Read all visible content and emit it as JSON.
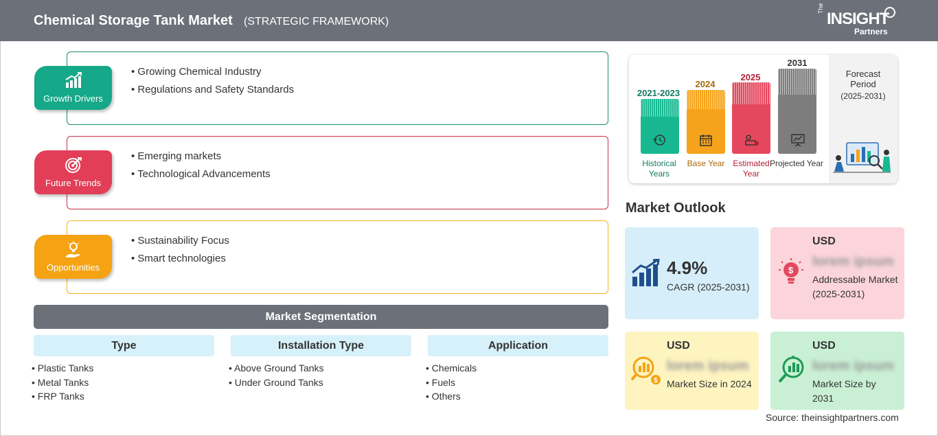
{
  "header": {
    "title": "Chemical Storage Tank Market",
    "subtitle": "(STRATEGIC FRAMEWORK)",
    "logo": {
      "the": "The",
      "insight": "INSIGHT",
      "partners": "Partners"
    }
  },
  "framework": [
    {
      "label": "Growth Drivers",
      "color": "#15a889",
      "border": "#1f8a6f",
      "icon": "chart-growth-icon",
      "items": [
        "Growing Chemical Industry",
        "Regulations and Safety Standards"
      ]
    },
    {
      "label": "Future Trends",
      "color": "#e23e57",
      "border": "#c9304a",
      "icon": "target-icon",
      "items": [
        "Emerging markets",
        "Technological Advancements"
      ]
    },
    {
      "label": "Opportunities",
      "color": "#f5a313",
      "border": "#f2b418",
      "icon": "lightbulb-hand-icon",
      "items": [
        "Sustainability Focus",
        "Smart technologies"
      ]
    }
  ],
  "segmentation": {
    "title": "Market Segmentation",
    "columns": [
      {
        "heading": "Type",
        "items": [
          "Plastic Tanks",
          "Metal Tanks",
          "FRP Tanks"
        ]
      },
      {
        "heading": "Installation Type",
        "items": [
          "Above Ground Tanks",
          "Under Ground Tanks"
        ]
      },
      {
        "heading": "Application",
        "items": [
          "Chemicals",
          "Fuels",
          "Others"
        ]
      }
    ]
  },
  "timeline": {
    "bars": [
      {
        "year": "2021-2023",
        "label": "Historical Years",
        "color": "#17b891",
        "year_color": "#137a61",
        "label_color": "#137a61",
        "icon": "history-icon"
      },
      {
        "year": "2024",
        "label": "Base Year",
        "color": "#f5a31a",
        "year_color": "#a8690b",
        "label_color": "#a8690b",
        "icon": "calendar-icon"
      },
      {
        "year": "2025",
        "label": "Estimated Year",
        "color": "#e5485e",
        "year_color": "#b31f36",
        "label_color": "#b31f36",
        "icon": "estimate-icon"
      },
      {
        "year": "2031",
        "label": "Projected Year",
        "color": "#7d7d7d",
        "year_color": "#333333",
        "label_color": "#333333",
        "icon": "presentation-icon"
      }
    ],
    "forecast": {
      "title": "Forecast Period",
      "range": "(2025-2031)"
    }
  },
  "outlook": {
    "title": "Market Outlook",
    "cagr": {
      "value": "4.9%",
      "label": "CAGR (2025-2031)",
      "bg": "#d6eefa"
    },
    "cards": [
      {
        "currency": "USD",
        "value": "lorem ipsum",
        "label": "Addressable Market (2025-2031)",
        "bg": "#fbd5db",
        "icon": "money-bulb-icon"
      },
      {
        "currency": "USD",
        "value": "lorem ipsum",
        "label": "Market Size in 2024",
        "bg": "#fdf4c0",
        "icon": "money-search-icon"
      },
      {
        "currency": "USD",
        "value": "lorem ipsum",
        "label": "Market Size by 2031",
        "bg": "#c9f0d4",
        "icon": "growth-search-icon"
      }
    ]
  },
  "source": "Source: theinsightpartners.com"
}
